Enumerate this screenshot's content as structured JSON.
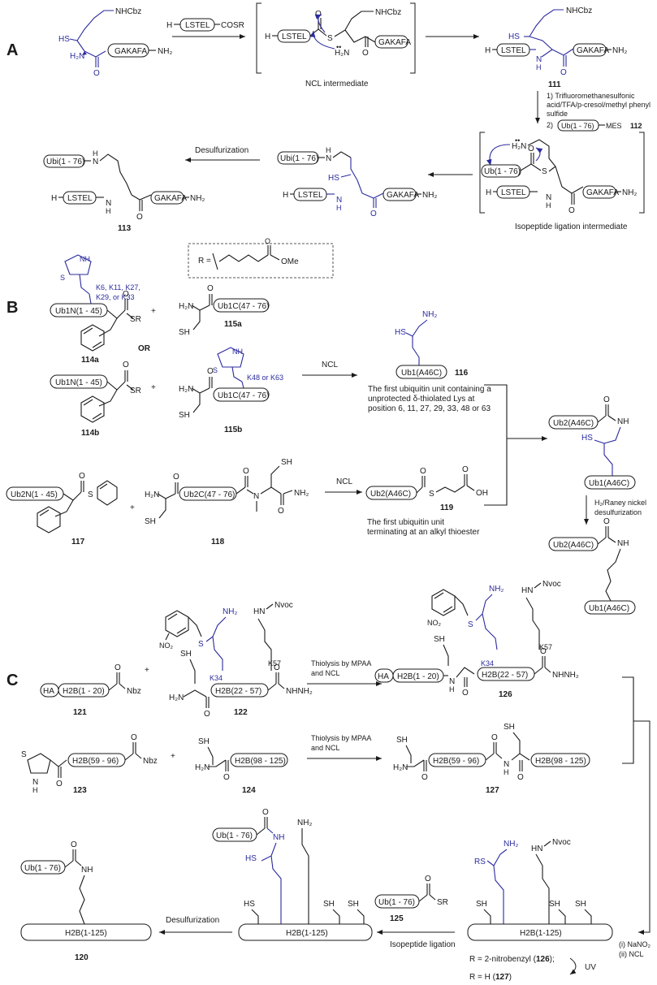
{
  "sections": {
    "a": "A",
    "b": "B",
    "c": "C"
  },
  "panel_a": {
    "sm_substituent": "NHCbz",
    "sm_thiol": "HS",
    "sm_amine": "H₂N",
    "sm_peptide": "GAKAFA",
    "sm_nh2": "NH₂",
    "reagent_h": "H",
    "reagent_peptide": "LSTEL",
    "reagent_thioester": "COSR",
    "int_h": "H",
    "int_peptide": "LSTEL",
    "int_s": "S",
    "int_nhcbz": "NHCbz",
    "int_h2n": "H₂N",
    "int_lone_pair": "••",
    "int_gakafa": "GAKAFA",
    "int_nh2": "NH₂",
    "int_caption": "NCL intermediate",
    "p111_nhcbz": "NHCbz",
    "p111_hs": "HS",
    "p111_h": "H",
    "p111_lstel": "LSTEL",
    "p111_nh": "N",
    "p111_nh_h": "H",
    "p111_gakafa": "GAKAFA",
    "p111_nh2": "NH₂",
    "p111_number": "111",
    "cond_1a": "1) Trifluoromethanesulfonic",
    "cond_1b": "acid/TFA/p-cresol/methyl phenyl",
    "cond_1c": "sulfide",
    "cond_2_num": "2)",
    "cond_2_box": "Ub(1 - 76)",
    "cond_2_mes": "MES",
    "cond_2_cmpd": "112",
    "iso_h2n": "H₂N",
    "iso_lone_pair": "••",
    "iso_ub": "Ub(1 - 76)",
    "iso_s": "S",
    "iso_h": "H",
    "iso_lstel": "LSTEL",
    "iso_nh": "N",
    "iso_nh_h": "H",
    "iso_gakafa": "GAKAFA",
    "iso_nh2": "NH₂",
    "iso_caption": "Isopeptide ligation intermediate",
    "mid_ubi": "Ubi(1 - 76)",
    "mid_nh": "N",
    "mid_nh_h": "H",
    "mid_hs": "HS",
    "mid_h": "H",
    "mid_lstel": "LSTEL",
    "mid_n": "N",
    "mid_n_h": "H",
    "mid_gakafa": "GAKAFA",
    "mid_nh2": "NH₂",
    "desulf_label": "Desulfurization",
    "p113_ubi": "Ubi(1 - 76)",
    "p113_nh": "N",
    "p113_nh_h": "H",
    "p113_h": "H",
    "p113_lstel": "LSTEL",
    "p113_n": "N",
    "p113_n_h": "H",
    "p113_gakafa": "GAKAFA",
    "p113_nh2": "NH₂",
    "p113_number": "113"
  },
  "panel_b": {
    "thz_nh": "NH",
    "thz_s": "S",
    "lys_sites_1": "K6, K11, K27,",
    "lys_sites_2": "K29, or K33",
    "r_def_label": "R =",
    "r_def_ome": "OMe",
    "r_def_o": "O",
    "c114a_box": "Ub1N(1 - 45)",
    "c114a_sr": "SR",
    "c114a_o": "O",
    "c114a_number": "114a",
    "plus1": "+",
    "c115a_h2n": "H₂N",
    "c115a_box": "Ub1C(47 - 76)",
    "c115a_o": "O",
    "c115a_sh": "SH",
    "c115a_number": "115a",
    "or_label": "OR",
    "c114b_box": "Ub1N(1 - 45)",
    "c114b_sr": "SR",
    "c114b_o": "O",
    "c114b_number": "114b",
    "plus2": "+",
    "c115b_thz_nh": "NH",
    "c115b_thz_s": "S",
    "c115b_sites": "K48 or K63",
    "c115b_h2n": "H₂N",
    "c115b_box": "Ub1C(47 - 76)",
    "c115b_o": "O",
    "c115b_sh": "SH",
    "c115b_number": "115b",
    "ncl_label_1": "NCL",
    "c116_hs": "HS",
    "c116_nh2": "NH₂",
    "c116_box": "Ub1(A46C)",
    "c116_number": "116",
    "c116_desc_1": "The first ubiquitin unit containing a",
    "c116_desc_2": "unprotected δ-thiolated Lys at",
    "c116_desc_3": "position 6, 11, 27, 29, 33, 48 or 63",
    "c117_box": "Ub2N(1 - 45)",
    "c117_s": "S",
    "c117_o": "O",
    "c117_number": "117",
    "plus3": "+",
    "c118_h2n": "H₂N",
    "c118_box": "Ub2C(47 - 76)",
    "c118_o1": "O",
    "c118_n": "N",
    "c118_o2": "O",
    "c118_sh_top": "SH",
    "c118_nh2": "NH₂",
    "c118_sh": "SH",
    "c118_number": "118",
    "ncl_label_2": "NCL",
    "c119_box": "Ub2(A46C)",
    "c119_s": "S",
    "c119_o1": "O",
    "c119_o2": "O",
    "c119_oh": "OH",
    "c119_number": "119",
    "c119_desc_1": "The first ubiquitin unit",
    "c119_desc_2": "terminating at an alkyl thioester",
    "prod_top_box": "Ub2(A46C)",
    "prod_top_o": "O",
    "prod_top_nh": "NH",
    "prod_top_hs": "HS",
    "prod_top_ub1": "Ub1(A46C)",
    "desulf_cond_1": "H₂/Raney nickel",
    "desulf_cond_2": "desulfurization",
    "prod_bot_box": "Ub2(A46C)",
    "prod_bot_o": "O",
    "prod_bot_nh": "NH",
    "prod_bot_ub1": "Ub1(A46C)"
  },
  "panel_c": {
    "c121_ha": "HA",
    "c121_box": "H2B(1 - 20)",
    "c121_o": "O",
    "c121_nbz": "Nbz",
    "c121_number": "121",
    "plus1": "+",
    "c122_no2": "NO₂",
    "c122_s": "S",
    "c122_nh2": "NH₂",
    "c122_hn": "HN",
    "c122_nvoc": "Nvoc",
    "c122_sh": "SH",
    "c122_k34": "K34",
    "c122_k57": "K57",
    "c122_h2n": "H₂N",
    "c122_box": "H2B(22 - 57)",
    "c122_o1": "O",
    "c122_o2": "O",
    "c122_nhnh2": "NHNH₂",
    "c122_number": "122",
    "thiolysis_1a": "Thiolysis by MPAA",
    "thiolysis_1b": "and NCL",
    "c126_no2": "NO₂",
    "c126_s": "S",
    "c126_nh2": "NH₂",
    "c126_hn": "HN",
    "c126_nvoc": "Nvoc",
    "c126_sh": "SH",
    "c126_ha": "HA",
    "c126_box1": "H2B(1 - 20)",
    "c126_nh": "N",
    "c126_nh_h": "H",
    "c126_o1": "O",
    "c126_k34": "K34",
    "c126_k57": "K57",
    "c126_box2": "H2B(22 - 57)",
    "c126_o2": "O",
    "c126_nhnh2": "NHNH₂",
    "c126_number": "126",
    "c123_s": "S",
    "c123_nh": "N",
    "c123_nh_h": "H",
    "c123_o1": "O",
    "c123_box": "H2B(59 - 96)",
    "c123_o2": "O",
    "c123_nbz": "Nbz",
    "c123_number": "123",
    "plus2": "+",
    "c124_sh": "SH",
    "c124_h2n": "H₂N",
    "c124_o": "O",
    "c124_box": "H2B(98 - 125)",
    "c124_number": "124",
    "thiolysis_2a": "Thiolysis by MPAA",
    "thiolysis_2b": "and NCL",
    "c127_sh1": "SH",
    "c127_h2n": "H₂N",
    "c127_o1": "O",
    "c127_box1": "H2B(59 - 96)",
    "c127_o2": "O",
    "c127_n": "N",
    "c127_n_h": "H",
    "c127_sh2": "SH",
    "c127_o3": "O",
    "c127_box2": "H2B(98 - 125)",
    "c127_number": "127",
    "c120_ub": "Ub(1 - 76)",
    "c120_o": "O",
    "c120_nh": "NH",
    "c120_box": "H2B(1-125)",
    "c120_number": "120",
    "desulf_label": "Desulfurization",
    "mid_ub": "Ub(1 - 76)",
    "mid_o": "O",
    "mid_nh": "NH",
    "mid_nh2": "NH₂",
    "mid_hs": "HS",
    "mid_sh1": "HS",
    "mid_sh2": "SH",
    "mid_sh3": "SH",
    "mid_box": "H2B(1-125)",
    "c125_box": "Ub(1 - 76)",
    "c125_o": "O",
    "c125_sr": "SR",
    "c125_number": "125",
    "iso_label": "Isopeptide ligation",
    "right_rs": "RS",
    "right_nh2": "NH₂",
    "right_hn": "HN",
    "right_nvoc": "Nvoc",
    "right_sh1": "SH",
    "right_sh2": "SH",
    "right_sh3": "SH",
    "right_box": "H2B(1-125)",
    "right_cond_1": "(i) NaNO₂",
    "right_cond_2": "(ii) NCL",
    "r_def_1_pre": "R = 2-nitrobenzyl (",
    "r_def_1_num": "126",
    "r_def_1_post": ");",
    "uv_label": "UV",
    "r_def_2_pre": "R = H (",
    "r_def_2_num": "127",
    "r_def_2_post": ")"
  }
}
